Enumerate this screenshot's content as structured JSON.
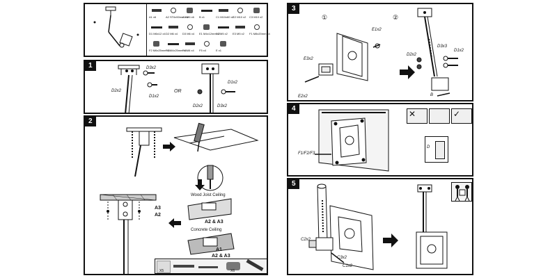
{
  "steps": {
    "s1": "1",
    "s2": "2",
    "s3": "3",
    "s4": "4",
    "s5": "5"
  },
  "parts": [
    {
      "id": "A1",
      "qty": "x6",
      "name": "A1 x6"
    },
    {
      "id": "A2",
      "qty": "x6",
      "name": "A2 ST6x50mm x6"
    },
    {
      "id": "A3",
      "qty": "x6",
      "name": "A3 M6 x6"
    },
    {
      "id": "B",
      "qty": "x1",
      "name": "B x1"
    },
    {
      "id": "C1",
      "qty": "x2",
      "name": "C1 M10x60 x2"
    },
    {
      "id": "C2",
      "qty": "x2",
      "name": "C2 M10 x2"
    },
    {
      "id": "C3",
      "qty": "x2",
      "name": "C3 M10 x2"
    },
    {
      "id": "D1",
      "qty": "x4",
      "name": "D1 M6x12 x4"
    },
    {
      "id": "D2",
      "qty": "x4",
      "name": "D2 M6 x4"
    },
    {
      "id": "D3",
      "qty": "x4",
      "name": "D3 M6 x4"
    },
    {
      "id": "E1",
      "qty": "x2",
      "name": "E1 M4x12mm x2"
    },
    {
      "id": "E2",
      "qty": "x2",
      "name": "E2 M5 x2"
    },
    {
      "id": "E3",
      "qty": "x2",
      "name": "E3 M5 x2"
    },
    {
      "id": "F1",
      "qty": "x4",
      "name": "F1 M8x20mm x4"
    },
    {
      "id": "F2",
      "qty": "x4",
      "name": "F2 M6x25mm x4"
    },
    {
      "id": "F3",
      "qty": "x4",
      "name": "F3 M4x25mm x4"
    },
    {
      "id": "F4",
      "qty": "x4",
      "name": "F4 M8 x4"
    },
    {
      "id": "F5",
      "qty": "x4",
      "name": "F5 x4"
    },
    {
      "id": "F6",
      "qty": "x1",
      "name": "E x1"
    }
  ],
  "step1": {
    "d3x2_a": "D3x2",
    "d2x2_a": "D2x2",
    "d1x2_a": "D1x2",
    "or": "OR",
    "d1x2_b": "D1x2",
    "d2x2_b": "D2x2",
    "d3x2_b": "D3x2"
  },
  "step2": {
    "wood": "Wood Joist Ceiling",
    "concrete": "Concrete Ceiling",
    "a2a3_wood": "A2 & A3",
    "a1": "A1",
    "a2a3_conc": "A2 & A3",
    "a3": "A3",
    "a2": "A2",
    "x5": "X5",
    "x6": "X6"
  },
  "step3": {
    "circ1": "①",
    "circ2": "②",
    "e1x2": "E1x2",
    "e3x2": "E3x2",
    "e2x2": "E2x2",
    "d3x3": "D3x3",
    "d1x2": "D1x2",
    "d2x2": "D2x2",
    "b": "B"
  },
  "step4": {
    "fparts": "F1/F2/F3",
    "d_label": "D"
  },
  "step5": {
    "c2x2": "C2x2",
    "c3x2": "C3x2",
    "c1x2": "C1x2"
  }
}
